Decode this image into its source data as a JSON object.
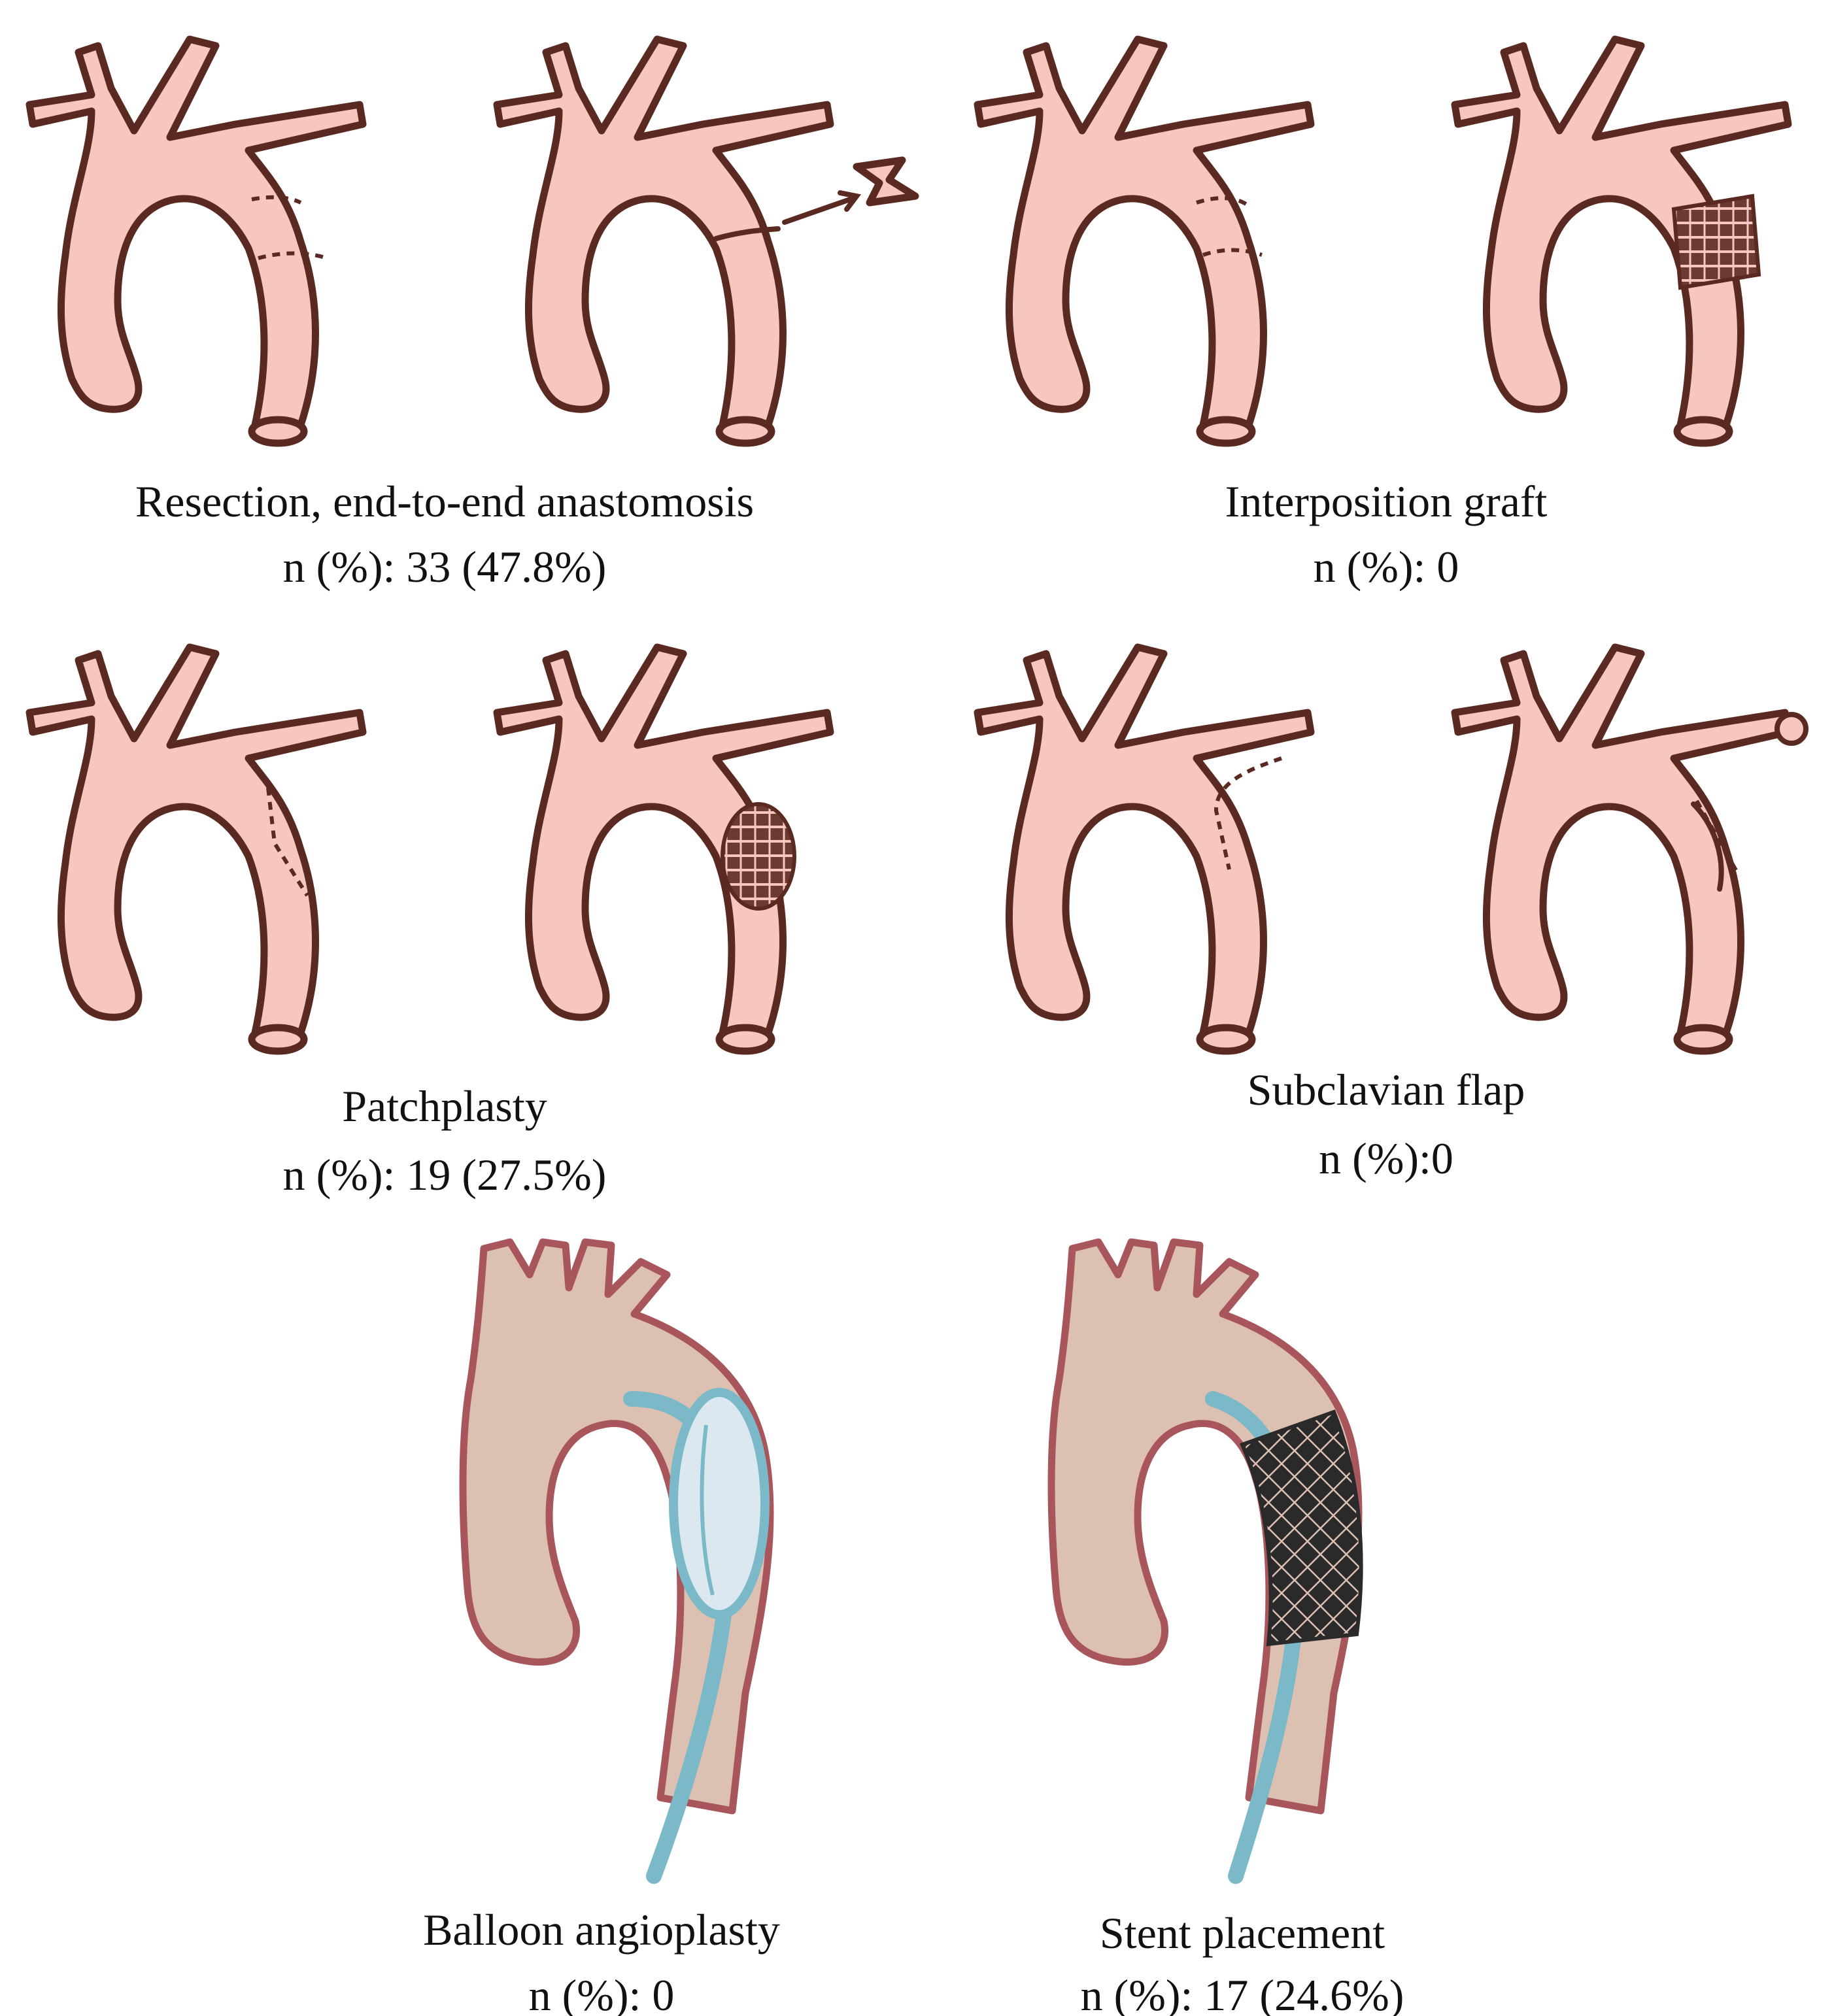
{
  "panels": {
    "resection": {
      "title": "Resection, end-to-end anastomosis",
      "count": "n (%): 33 (47.8%)"
    },
    "interposition": {
      "title": "Interposition graft",
      "count": "n (%): 0"
    },
    "patchplasty": {
      "title": "Patchplasty",
      "count": "n (%): 19 (27.5%)"
    },
    "subclavian": {
      "title": "Subclavian flap",
      "count": "n (%):0"
    },
    "balloon": {
      "title": "Balloon angioplasty",
      "count": "n (%): 0"
    },
    "stent": {
      "title": "Stent placement",
      "count": "n (%): 17 (24.6%)"
    }
  },
  "colors": {
    "aorta_fill": "#f7c6c0",
    "aorta_outline": "#5a2a22",
    "endovascular_fill": "#dcc0b2",
    "endovascular_outline": "#a8555c",
    "catheter": "#7bb9c9"
  }
}
